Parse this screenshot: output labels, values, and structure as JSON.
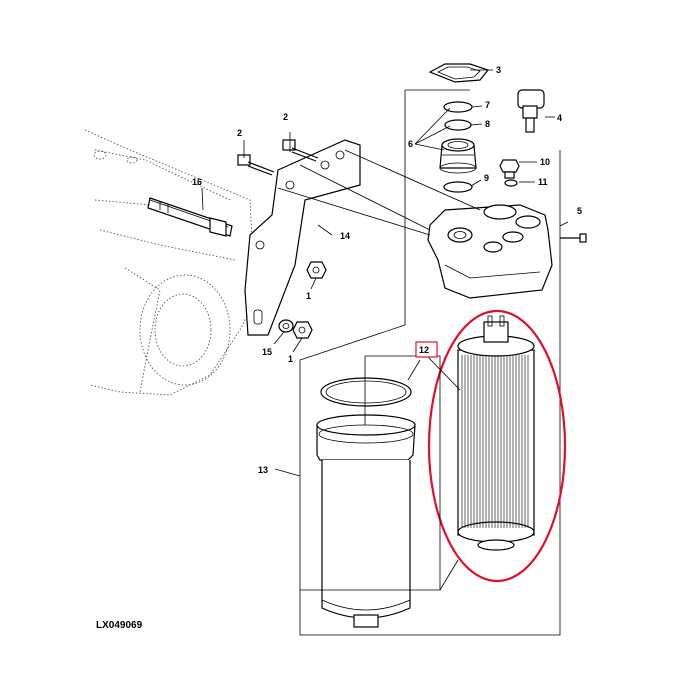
{
  "figure_id": "LX049069",
  "callouts": {
    "c1a": "1",
    "c1b": "1",
    "c2a": "2",
    "c2b": "2",
    "c3": "3",
    "c4": "4",
    "c5": "5",
    "c6": "6",
    "c7": "7",
    "c8": "8",
    "c9": "9",
    "c10": "10",
    "c11": "11",
    "c12": "12",
    "c13": "13",
    "c14": "14",
    "c15": "15",
    "c16": "16"
  },
  "colors": {
    "line": "#000000",
    "highlight": "#e0102a",
    "background": "#ffffff"
  }
}
